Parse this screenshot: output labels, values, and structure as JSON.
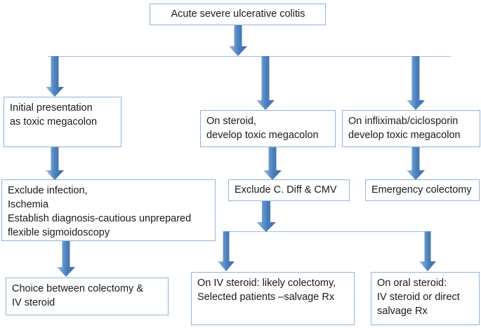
{
  "diagram": {
    "title": "Acute severe ulcerative colitis management flowchart",
    "accent_color": "#4a7ebb",
    "border_color": "#8eb4dd",
    "line_color": "#9cc0e4",
    "background": "#ffffff"
  },
  "nodes": {
    "root": "Acute severe ulcerative colitis",
    "branch_initial": "Initial presentation\nas toxic megacolon",
    "branch_steroid": "On steroid,\ndevelop toxic megacolon",
    "branch_biologic": "On infliximab/ciclosporin\ndevelop toxic megacolon",
    "exclude_infection": "Exclude infection,\nIschemia\nEstablish diagnosis-cautious unprepared\nflexible sigmoidoscopy",
    "exclude_cdiff": "Exclude C. Diff & CMV",
    "emergency_colectomy": "Emergency colectomy",
    "choice_colectomy": "Choice between colectomy &\nIV steroid",
    "iv_steroid": "On IV steroid: likely colectomy,\nSelected patients –salvage Rx",
    "oral_steroid": "On oral steroid:\nIV steroid or direct\nsalvage Rx"
  },
  "connectors": [
    {
      "name": "root-to-distribution",
      "type": "arrow-down-thick"
    },
    {
      "name": "distribution-bus-top",
      "type": "horizontal-line"
    },
    {
      "name": "distribution-to-initial",
      "type": "arrow-down"
    },
    {
      "name": "distribution-to-steroid",
      "type": "arrow-down"
    },
    {
      "name": "distribution-to-biologic",
      "type": "arrow-down"
    },
    {
      "name": "initial-to-exclude-infection",
      "type": "arrow-down"
    },
    {
      "name": "steroid-to-exclude-cdiff",
      "type": "arrow-down"
    },
    {
      "name": "biologic-to-emergency-colectomy",
      "type": "arrow-down"
    },
    {
      "name": "exclude-infection-to-choice",
      "type": "arrow-down"
    },
    {
      "name": "cdiff-to-split",
      "type": "arrow-down-thick"
    },
    {
      "name": "split-bus-bottom",
      "type": "horizontal-line"
    },
    {
      "name": "split-to-iv-steroid",
      "type": "arrow-down"
    },
    {
      "name": "split-to-oral-steroid",
      "type": "arrow-down"
    }
  ]
}
